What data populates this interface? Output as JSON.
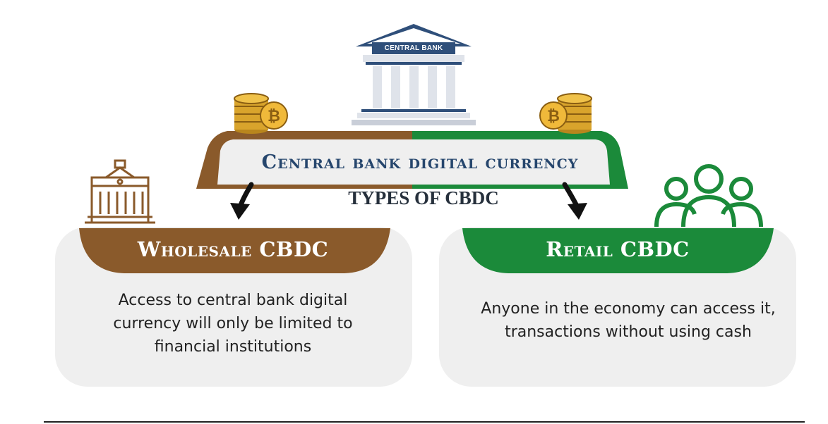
{
  "central_bank_label": "CENTRAL BANK",
  "title": "Central bank digital currency",
  "types_heading": "TYPES OF CBDC",
  "wholesale": {
    "title": "Wholesale CBDC",
    "description": "Access to central bank digital currency will only be limited to financial institutions"
  },
  "retail": {
    "title": "Retail CBDC",
    "description": "Anyone in the economy can access it, transactions without using cash"
  },
  "colors": {
    "brown": "#8a5a2b",
    "green": "#1b8a3a",
    "navy": "#26466d",
    "panel": "#efefef",
    "gold": "#d9a42c"
  }
}
